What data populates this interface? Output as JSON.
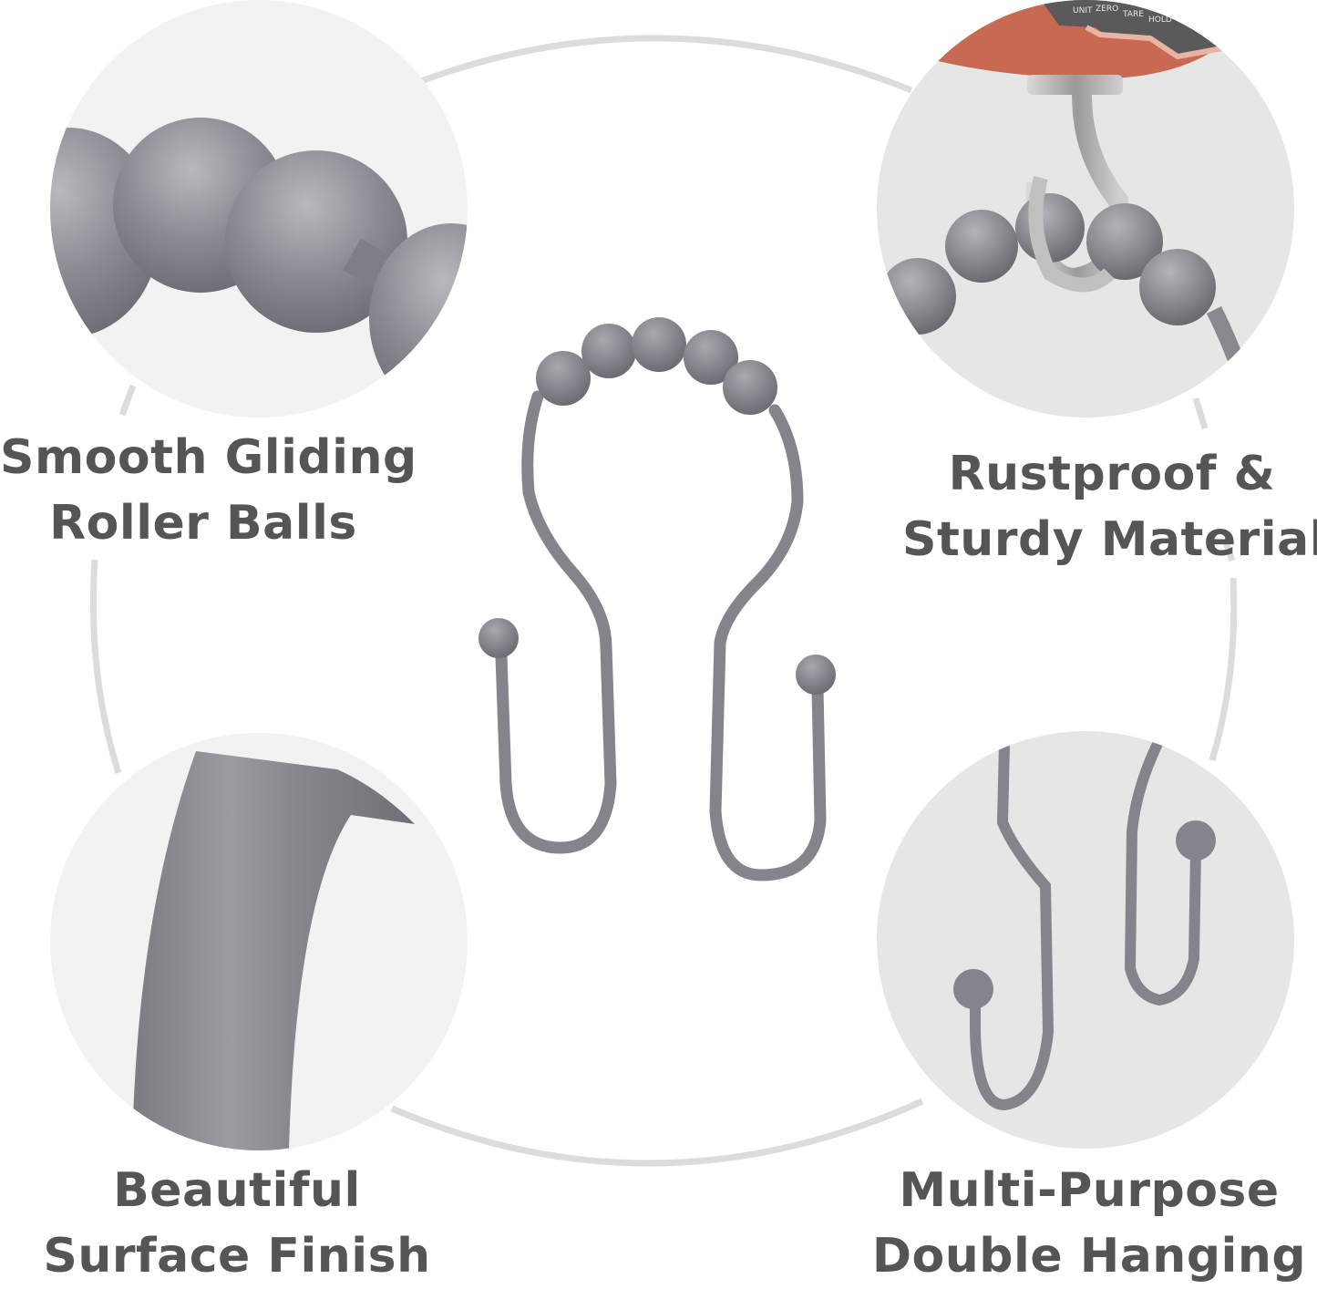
{
  "colors": {
    "background": "#ffffff",
    "label_text": "#555555",
    "ring_line": "#dcdcdc",
    "circle_fill_light": "#f2f2f2",
    "circle_fill_mid": "#e6e6e6",
    "hook_gray": "#85848c",
    "scale_orange": "#c86a52",
    "scale_panel": "#5a5a5c"
  },
  "center_product": {
    "name": "roller-ball-double-hook",
    "roller_ball_count": 5
  },
  "features": [
    {
      "id": "top-left",
      "line1": "Smooth Gliding",
      "line2": "Roller Balls",
      "image": "roller-balls-closeup"
    },
    {
      "id": "top-right",
      "line1": "Rustproof &",
      "line2": "Sturdy Material",
      "image": "hook-on-luggage-scale"
    },
    {
      "id": "bottom-left",
      "line1": "Beautiful",
      "line2": "Surface Finish",
      "image": "brushed-surface-closeup"
    },
    {
      "id": "bottom-right",
      "line1": "Multi-Purpose",
      "line2": "Double Hanging",
      "image": "double-hook-closeup"
    }
  ],
  "scale_buttons": [
    "UNIT",
    "ZERO",
    "TARE",
    "HOLD"
  ]
}
